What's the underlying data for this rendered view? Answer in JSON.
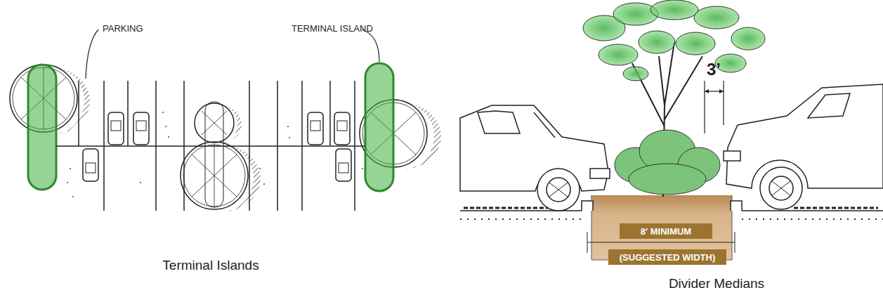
{
  "diagram": {
    "nodes": [
      {
        "text": [
          "8' MINIMUM"
        ]
      },
      {
        "text": [
          "(SUGGESTED WIDTH)"
        ]
      }
    ],
    "labels": [
      "PARKING",
      "TERMINAL ISLAND",
      "Terminal Islands",
      "3’",
      "Divider Medians"
    ]
  }
}
